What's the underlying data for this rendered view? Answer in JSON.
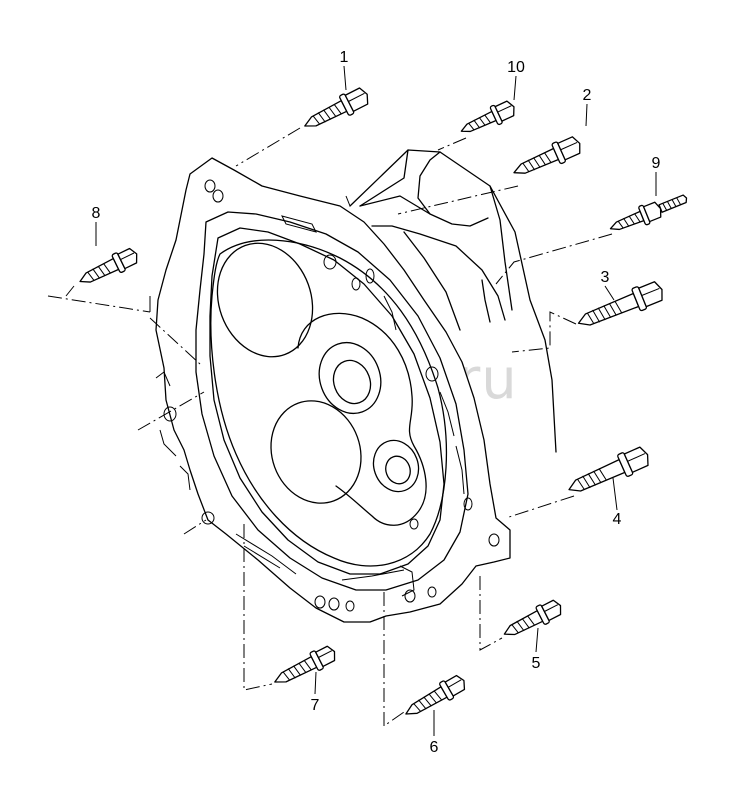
{
  "diagram": {
    "watermark": "vagtec.ru",
    "callouts": {
      "c1": "1",
      "c2": "2",
      "c3": "3",
      "c4": "4",
      "c5": "5",
      "c6": "6",
      "c7": "7",
      "c8": "8",
      "c9": "9",
      "c10": "10"
    }
  }
}
